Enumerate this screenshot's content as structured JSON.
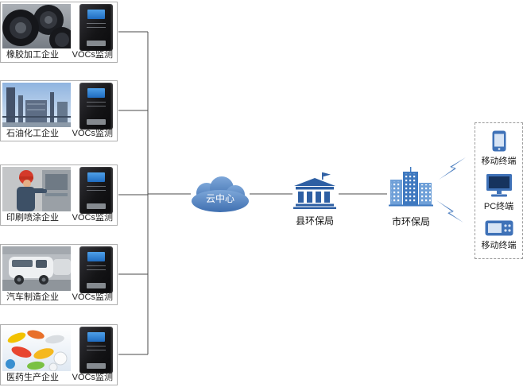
{
  "diagram": {
    "enterprises": [
      {
        "name": "橡胶加工企业",
        "monitor": "VOCs监测",
        "photo_icon": "tires-photo"
      },
      {
        "name": "石油化工企业",
        "monitor": "VOCs监测",
        "photo_icon": "refinery-photo"
      },
      {
        "name": "印刷喷涂企业",
        "monitor": "VOCs监测",
        "photo_icon": "spray-worker-photo"
      },
      {
        "name": "汽车制造企业",
        "monitor": "VOCs监测",
        "photo_icon": "car-factory-photo"
      },
      {
        "name": "医药生产企业",
        "monitor": "VOCs监测",
        "photo_icon": "pills-photo"
      }
    ],
    "cloud": {
      "label": "云中心",
      "icon": "cloud-icon"
    },
    "county_bureau": {
      "label": "县环保局",
      "icon": "government-building-icon"
    },
    "city_bureau": {
      "label": "市环保局",
      "icon": "city-buildings-icon"
    },
    "wireless": {
      "icon": "lightning-bolt-icon",
      "count": 2
    },
    "terminals": [
      {
        "label": "移动终端",
        "icon": "mobile-phone-icon"
      },
      {
        "label": "PC终端",
        "icon": "pc-monitor-icon"
      },
      {
        "label": "移动终端",
        "icon": "handheld-terminal-icon"
      }
    ],
    "colors": {
      "accent_blue": "#3f72b8",
      "cloud_blue": "#4a7dbf",
      "line": "#4a4a4a",
      "device_black": "#141416"
    }
  }
}
